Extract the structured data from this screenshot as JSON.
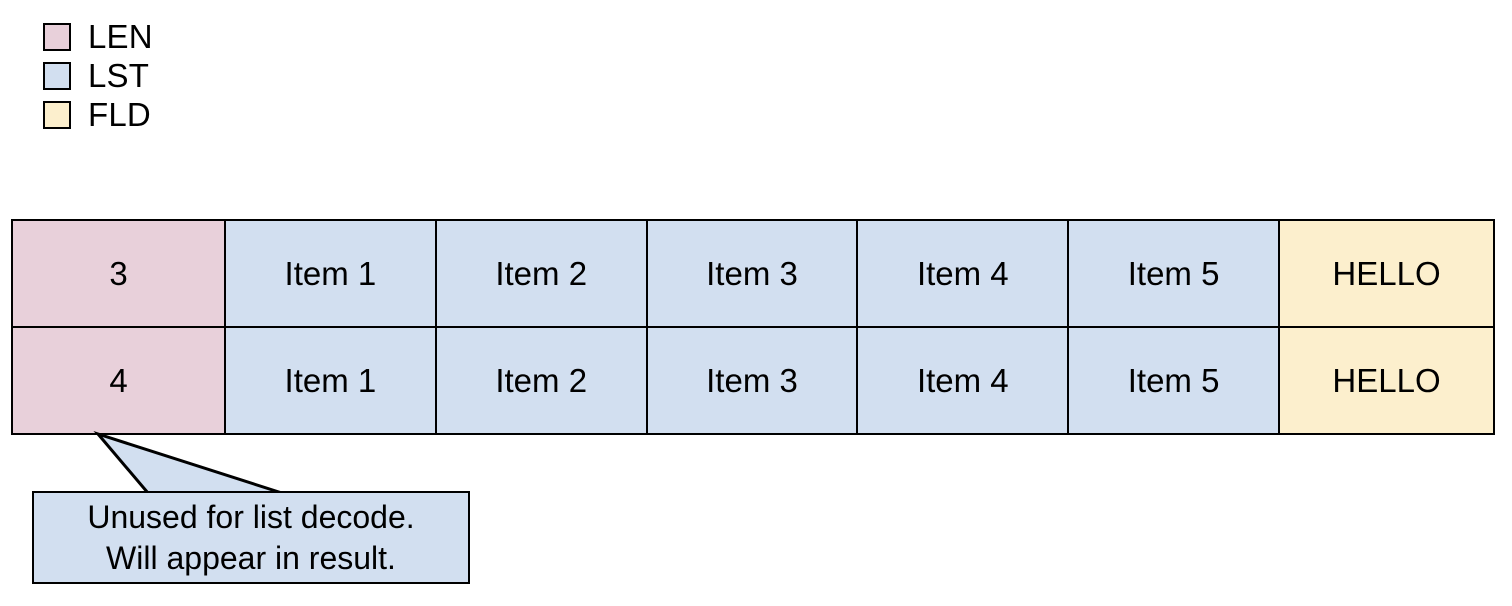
{
  "legend": {
    "items": [
      {
        "label": "LEN",
        "color": "#e8d0da",
        "icon": "legend-swatch-icon"
      },
      {
        "label": "LST",
        "color": "#d2dff0",
        "icon": "legend-swatch-icon"
      },
      {
        "label": "FLD",
        "color": "#fcefcd",
        "icon": "legend-swatch-icon"
      }
    ]
  },
  "table": {
    "rows": [
      {
        "len": "3",
        "list": [
          "Item 1",
          "Item 2",
          "Item 3",
          "Item 4",
          "Item 5"
        ],
        "fld": "HELLO"
      },
      {
        "len": "4",
        "list": [
          "Item 1",
          "Item 2",
          "Item 3",
          "Item 4",
          "Item 5"
        ],
        "fld": "HELLO"
      }
    ]
  },
  "callout": {
    "line1": "Unused for list decode.",
    "line2": "Will appear in result.",
    "fill": "#d2dff0",
    "border": "#000000"
  },
  "colors": {
    "len": "#e8d0da",
    "lst": "#d2dff0",
    "fld": "#fcefcd",
    "stroke": "#000000",
    "background": "#ffffff"
  }
}
